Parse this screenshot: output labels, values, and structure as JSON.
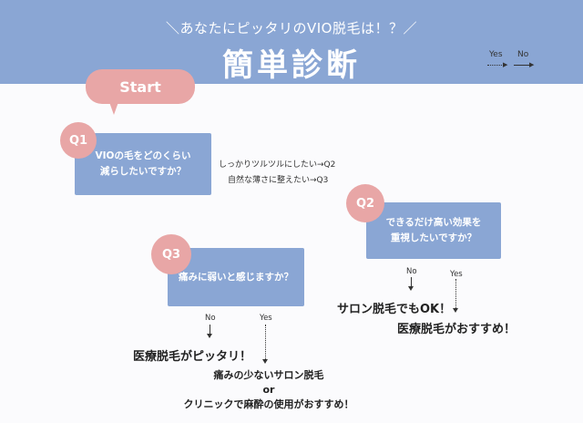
{
  "header": {
    "subtitle": "＼あなたにピッタリのVIO脱毛は！？／",
    "title": "簡単診断",
    "legend": {
      "yes": "Yes",
      "no": "No"
    }
  },
  "colors": {
    "banner": "#8aa6d4",
    "accent_pink": "#e8a6a6",
    "box_blue": "#8aa6d4"
  },
  "start_label": "Start",
  "q1": {
    "label": "Q1",
    "text_line1": "VIOの毛をどのくらい",
    "text_line2": "減らしたいですか？",
    "option1": "しっかりツルツルにしたい→Q2",
    "option2": "自然な薄さに整えたい→Q3"
  },
  "q2": {
    "label": "Q2",
    "text_line1": "できるだけ高い効果を",
    "text_line2": "重視したいですか？",
    "no": "No",
    "yes": "Yes",
    "result_no": "サロン脱毛でもOK！",
    "result_yes": "医療脱毛がおすすめ！"
  },
  "q3": {
    "label": "Q3",
    "text": "痛みに弱いと感じますか？",
    "no": "No",
    "yes": "Yes",
    "result_no": "医療脱毛がピッタリ！",
    "result_yes_line1": "痛みの少ないサロン脱毛",
    "result_yes_line2": "or",
    "result_yes_line3": "クリニックで麻酔の使用がおすすめ！"
  }
}
